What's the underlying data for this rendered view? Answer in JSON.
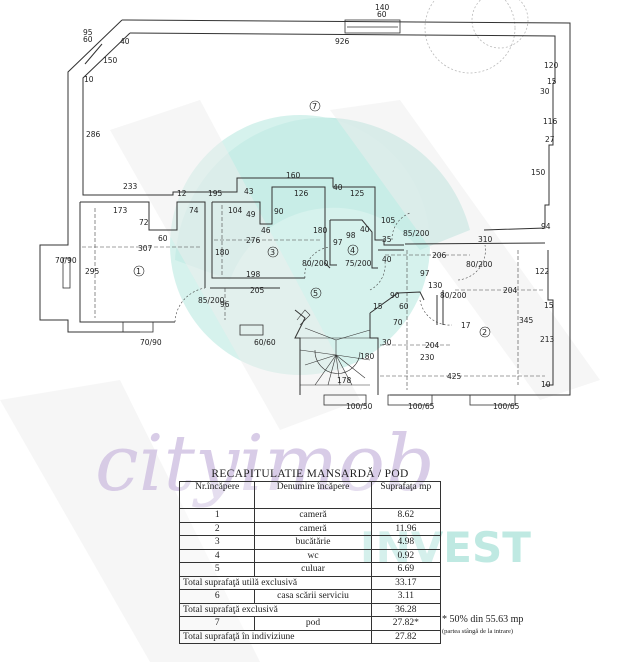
{
  "plan": {
    "room_labels": [
      "1",
      "2",
      "3",
      "4",
      "5",
      "7"
    ],
    "dimensions": {
      "top_wall": "926",
      "left_window": {
        "w": "95",
        "h": "60"
      },
      "top_window": {
        "w": "140",
        "h": "60"
      },
      "diag_40": "40",
      "diag_150": "150",
      "diag_10": "10",
      "left_286": "286",
      "d233": "233",
      "d12": "12",
      "d195": "195",
      "d43": "43",
      "d160": "160",
      "d40a": "40",
      "d125": "125",
      "d126": "126",
      "d104": "104",
      "d49": "49",
      "d90": "90",
      "d46": "46",
      "d180a": "180",
      "d98": "98",
      "d40b": "40",
      "d97a": "97",
      "d105": "105",
      "d35": "35",
      "door_85_200": "85/200",
      "d310": "310",
      "d173": "173",
      "d72": "72",
      "d74": "74",
      "d60": "60",
      "d307": "307",
      "d295": "295",
      "d276": "276",
      "d180b": "180",
      "d198": "198",
      "d205": "205",
      "d96": "96",
      "door_80_200_a": "80/200",
      "door_75_200": "75/200",
      "d40c": "40",
      "d206": "206",
      "d97b": "97",
      "door_80_200_b": "80/200",
      "d130": "130",
      "door_80_200_c": "80/200",
      "d204a": "204",
      "d122": "122",
      "d15a": "15",
      "d345": "345",
      "d213": "213",
      "d17": "17",
      "d90b": "90",
      "d15b": "15",
      "d60b": "60",
      "d70": "70",
      "d30": "30",
      "d204b": "204",
      "d230": "230",
      "d180c": "180",
      "d178": "178",
      "d425": "425",
      "d10": "10",
      "door_85_200_b": "85/200",
      "d96b": "96",
      "win_70_90_left": "70/90",
      "win_70_90_bottom": "70/90",
      "win_60_60": "60/60",
      "win_100_50": "100/50",
      "win_100_65_a": "100/65",
      "win_100_65_b": "100/65",
      "right_120": "120",
      "right_15": "15",
      "right_30": "30",
      "right_116": "116",
      "right_27": "27",
      "right_150": "150",
      "right_94": "94"
    }
  },
  "watermark": {
    "brand": "cityimob",
    "sub": "INVEST",
    "accent": "#7fd6c8",
    "brand_color": "#c9b8dc"
  },
  "recap": {
    "title": "RECAPITULATIE MANSARDĂ / POD",
    "headers": [
      "Nr.încăpere",
      "Denumire încăpere",
      "Suprafaţa mp"
    ],
    "rows": [
      {
        "nr": "1",
        "name": "cameră",
        "area": "8.62"
      },
      {
        "nr": "2",
        "name": "cameră",
        "area": "11.96"
      },
      {
        "nr": "3",
        "name": "bucătărie",
        "area": "4.98"
      },
      {
        "nr": "4",
        "name": "wc",
        "area": "0.92"
      },
      {
        "nr": "5",
        "name": "culuar",
        "area": "6.69"
      }
    ],
    "total_util": {
      "label": "Total suprafaţă utilă exclusivă",
      "area": "33.17"
    },
    "row6": {
      "nr": "6",
      "name": "casa scării serviciu",
      "area": "3.11"
    },
    "total_excl": {
      "label": "Total suprafaţă exclusivă",
      "area": "36.28"
    },
    "row7": {
      "nr": "7",
      "name": "pod",
      "area": "27.82*"
    },
    "total_indiv": {
      "label": "Total suprafaţă în indiviziune",
      "area": "27.82"
    }
  },
  "note": {
    "line1": "* 50% din 55.63 mp",
    "line2": "(partea stângă de la intrare)"
  }
}
